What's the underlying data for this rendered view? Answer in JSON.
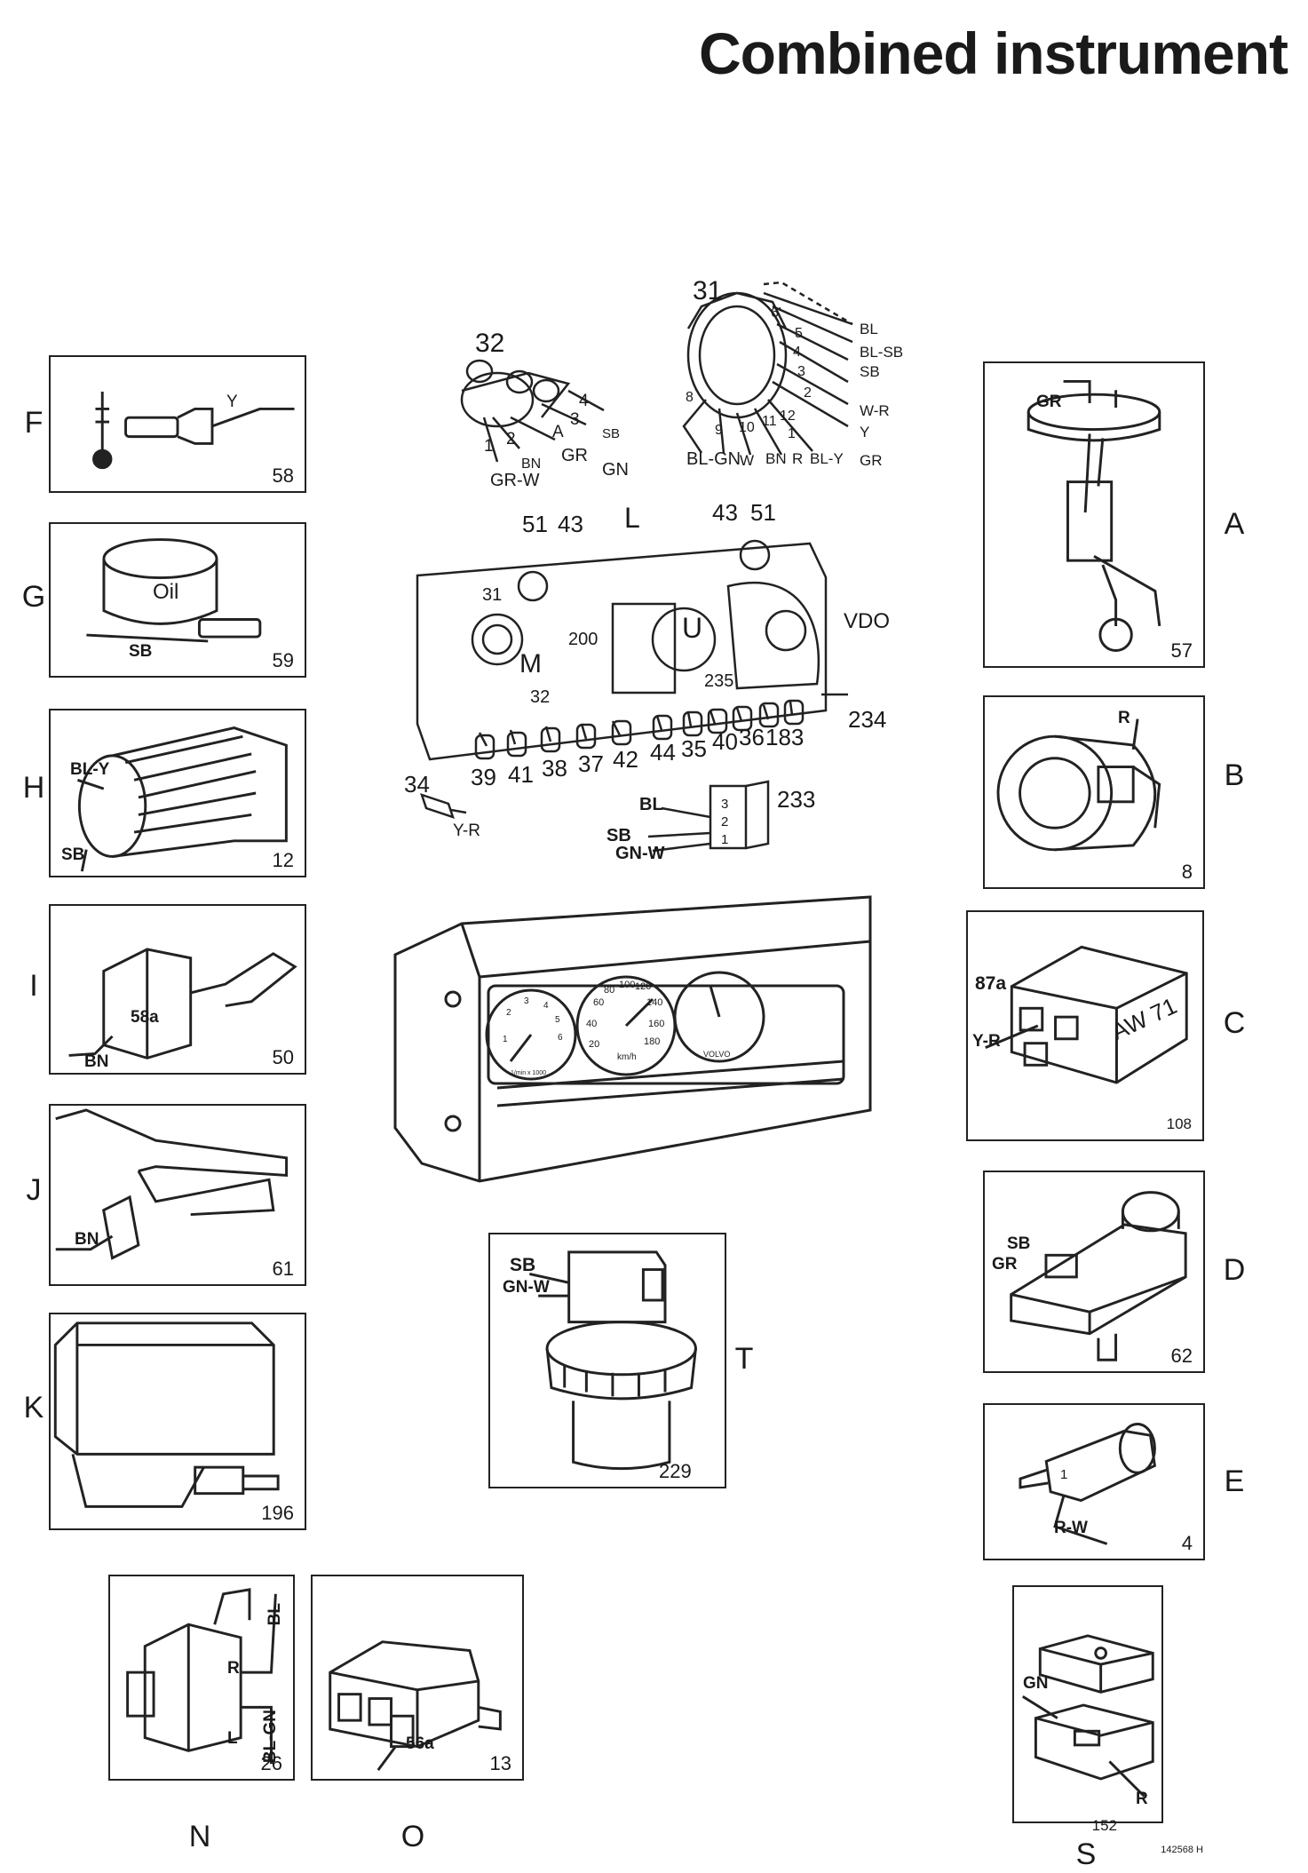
{
  "title": "Combined instrument",
  "panels": {
    "F": {
      "letter": "F",
      "number": "58",
      "wires": [
        "Y"
      ]
    },
    "G": {
      "letter": "G",
      "number": "59",
      "label": "Oil",
      "wires": [
        "SB"
      ]
    },
    "H": {
      "letter": "H",
      "number": "12",
      "wires": [
        "BL-Y",
        "SB"
      ]
    },
    "I": {
      "letter": "I",
      "number": "50",
      "terminal": "58a",
      "wires": [
        "BN"
      ]
    },
    "J": {
      "letter": "J",
      "number": "61",
      "wires": [
        "BN"
      ]
    },
    "K": {
      "letter": "K",
      "number": "196"
    },
    "N": {
      "letter": "N",
      "number": "26",
      "terminals": [
        "R",
        "L"
      ],
      "wires": [
        "BL",
        "BL-GN"
      ]
    },
    "O": {
      "letter": "O",
      "number": "13",
      "terminal": "56a"
    },
    "A": {
      "letter": "A",
      "number": "57",
      "wires": [
        "GR"
      ]
    },
    "B": {
      "letter": "B",
      "number": "8",
      "terminal": "R"
    },
    "C": {
      "letter": "C",
      "number": "108",
      "terminal": "87a",
      "marking": "AW 71",
      "wires": [
        "Y-R"
      ]
    },
    "D": {
      "letter": "D",
      "number": "62",
      "wires": [
        "SB",
        "GR"
      ]
    },
    "E": {
      "letter": "E",
      "number": "4",
      "pin": "1",
      "wires": [
        "R-W"
      ]
    },
    "S": {
      "letter": "S",
      "number": "152",
      "wires": [
        "GN",
        "R"
      ]
    },
    "T": {
      "letter": "T",
      "number": "229",
      "wires": [
        "SB",
        "GN-W"
      ]
    }
  },
  "connector32": {
    "label": "32",
    "pins": [
      "1",
      "2",
      "3",
      "4",
      "A"
    ],
    "wires": [
      "SB",
      "BN",
      "GR",
      "GN",
      "GR-W"
    ]
  },
  "connector31": {
    "label": "31",
    "pins": [
      "1",
      "2",
      "3",
      "4",
      "5",
      "6'",
      "8",
      "9",
      "10",
      "11",
      "12"
    ],
    "wires_right": [
      "BL",
      "BL-SB",
      "SB",
      "W-R",
      "Y",
      "GR"
    ],
    "wires_bottom": [
      "BL-GN",
      "W",
      "BN",
      "R",
      "BL-Y"
    ]
  },
  "circuit_board": {
    "label": "L",
    "callouts": [
      "51",
      "43",
      "43",
      "51",
      "31",
      "200",
      "M",
      "32",
      "U",
      "VDO",
      "235",
      "234",
      "34",
      "39",
      "41",
      "38",
      "37",
      "42",
      "44",
      "35",
      "40",
      "36",
      "183"
    ],
    "small_connector": {
      "wire": "Y-R"
    },
    "connector233": {
      "label": "233",
      "pins": [
        "3",
        "2",
        "1"
      ],
      "wires": [
        "BL",
        "SB",
        "GN-W"
      ]
    }
  },
  "cluster": {
    "brand": "VOLVO",
    "speed_marks": [
      "60",
      "80",
      "100",
      "120",
      "140",
      "40",
      "160",
      "20",
      "180"
    ],
    "speed_unit": "km/h",
    "rpm_marks": [
      "1",
      "2",
      "3",
      "4",
      "5",
      "6"
    ],
    "rpm_unit": "1/min x 1000"
  },
  "footer_ref": "142568 H"
}
